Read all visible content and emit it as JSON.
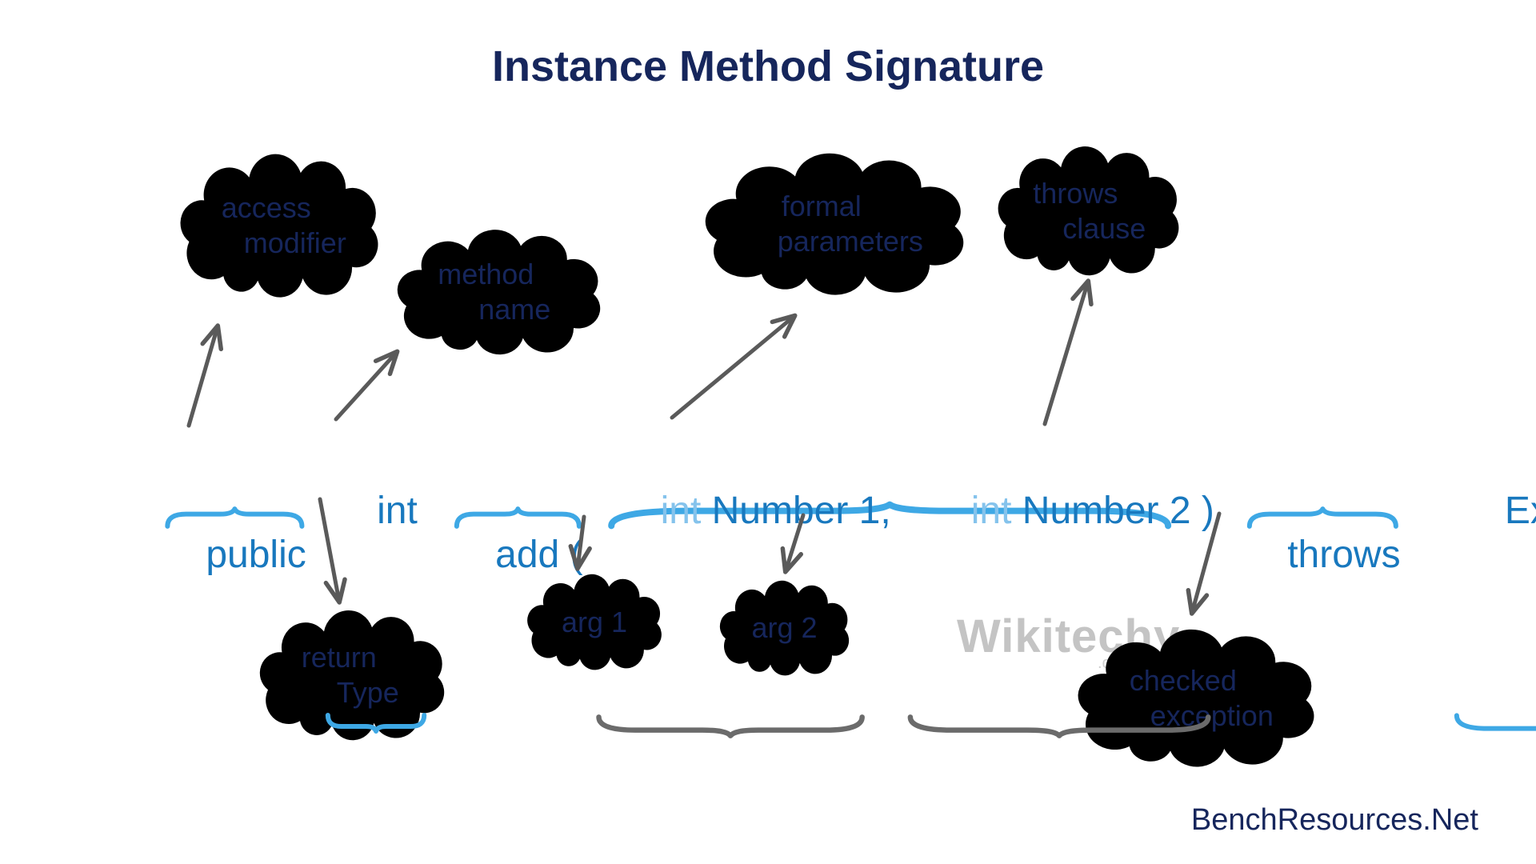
{
  "title": "Instance Method Signature",
  "code": {
    "public": "public",
    "return_type": "int",
    "method_name": "add (",
    "param1_type": "int",
    "param1_name": "Number 1,",
    "param2_type": "int",
    "param2_name": "Number 2 )",
    "throws": "throws",
    "exception": "Exception"
  },
  "clouds": {
    "access_modifier": {
      "line1": "access",
      "line2": "modifier"
    },
    "method_name": {
      "line1": "method",
      "line2": "name"
    },
    "formal_parameters": {
      "line1": "formal",
      "line2": "parameters"
    },
    "throws_clause": {
      "line1": "throws",
      "line2": "clause"
    },
    "return_type": {
      "line1": "return",
      "line2": "Type"
    },
    "arg1": {
      "line1": "arg 1"
    },
    "arg2": {
      "line1": "arg 2"
    },
    "checked_exception": {
      "line1": "checked",
      "line2": "exception"
    }
  },
  "watermark": {
    "name": "Wikitechy",
    "domain": ".com"
  },
  "credit": "BenchResources.Net",
  "colors": {
    "title_text": "#16265C",
    "cloud_outline": "#F6D017",
    "cloud_text": "#16265C",
    "code_blue": "#1878BE",
    "code_light_blue": "#85C3EC",
    "brace_blue": "#3EA8E5",
    "brace_gray": "#6B6B6B",
    "arrow_gray": "#5A5A5A",
    "watermark_gray": "#C4C4C4"
  }
}
